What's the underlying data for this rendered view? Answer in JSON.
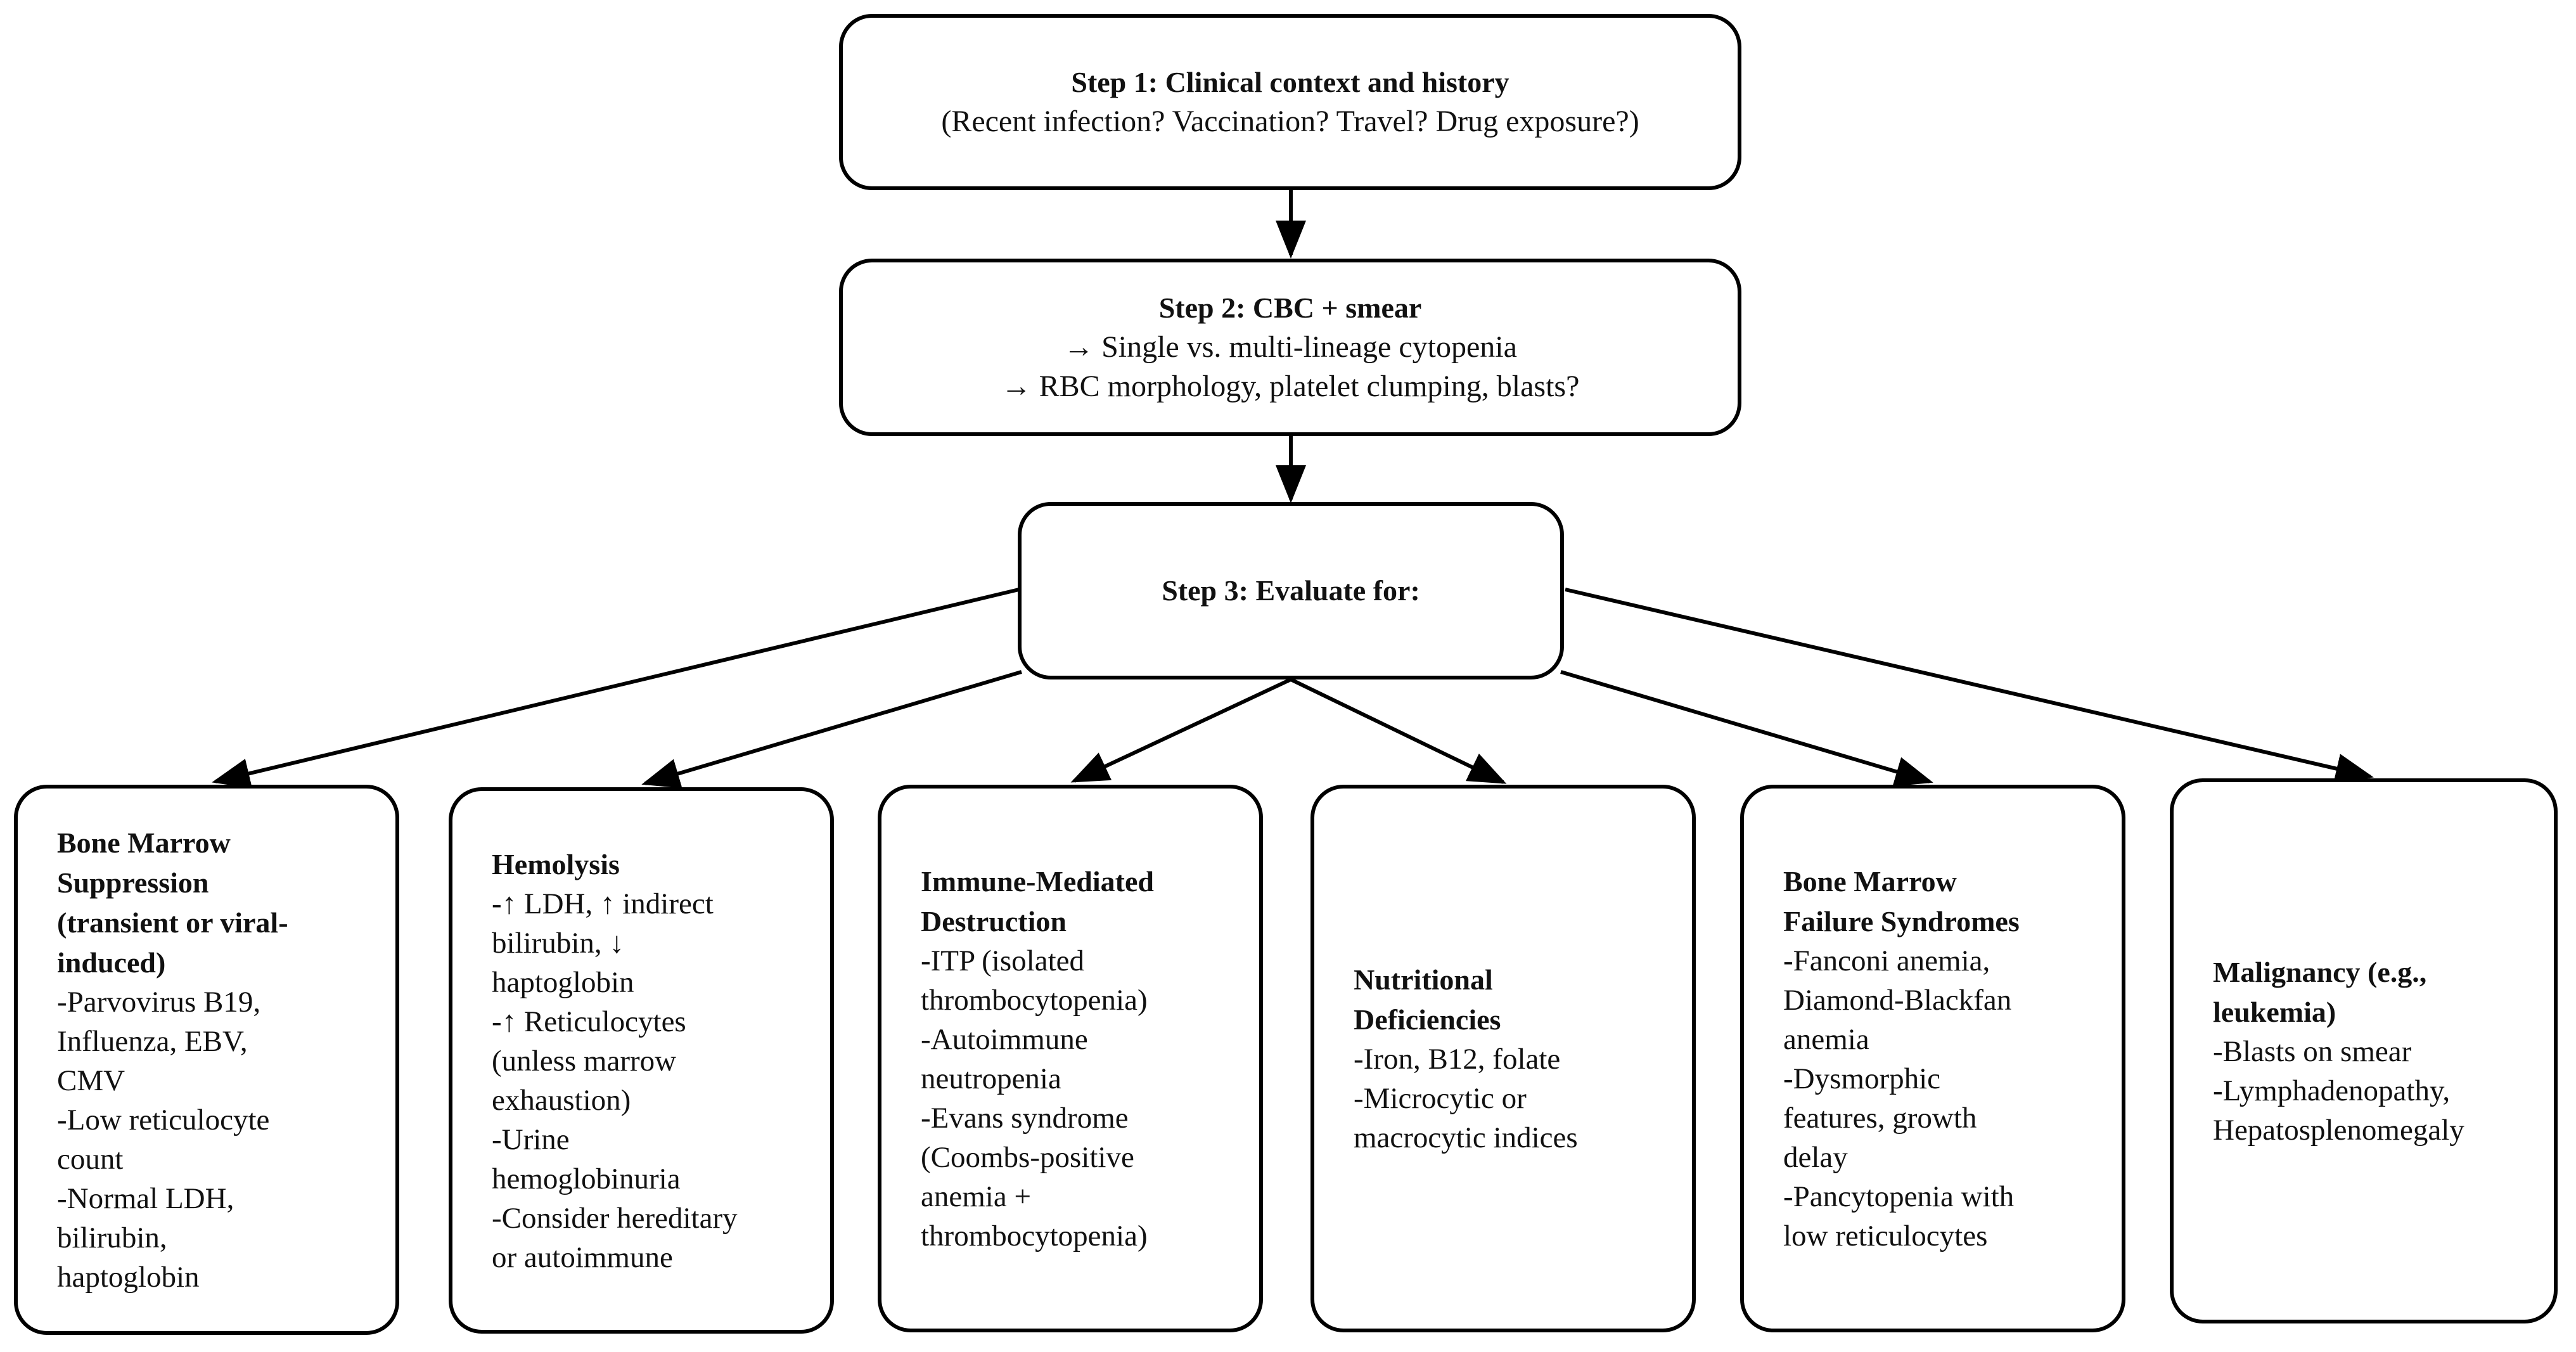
{
  "steps": [
    {
      "title": "Step 1: Clinical context and history",
      "lines": [
        "(Recent infection? Vaccination? Travel? Drug exposure?)"
      ]
    },
    {
      "title": "Step 2: CBC + smear",
      "lines": [
        "→ Single vs. multi-lineage cytopenia",
        "→ RBC morphology, platelet clumping, blasts?"
      ]
    },
    {
      "title": "Step 3: Evaluate for:",
      "lines": []
    }
  ],
  "branches": [
    {
      "title": [
        "Bone Marrow",
        "Suppression",
        "(transient or viral-",
        "induced)"
      ],
      "lines": [
        "-Parvovirus B19,",
        "Influenza, EBV,",
        "CMV",
        "-Low reticulocyte",
        "count",
        "-Normal LDH,",
        "bilirubin,",
        "haptoglobin"
      ]
    },
    {
      "title": [
        "Hemolysis"
      ],
      "lines": [
        "-↑ LDH, ↑ indirect",
        "bilirubin, ↓",
        "haptoglobin",
        "-↑ Reticulocytes",
        "(unless marrow",
        "exhaustion)",
        "-Urine",
        "hemoglobinuria",
        "-Consider hereditary",
        "or autoimmune"
      ]
    },
    {
      "title": [
        "Immune-Mediated",
        "Destruction"
      ],
      "lines": [
        "-ITP (isolated",
        "thrombocytopenia)",
        "-Autoimmune",
        "neutropenia",
        "-Evans syndrome",
        "(Coombs-positive",
        "anemia +",
        "thrombocytopenia)"
      ]
    },
    {
      "title": [
        "Nutritional",
        "Deficiencies"
      ],
      "lines": [
        "-Iron, B12, folate",
        "-Microcytic or",
        "macrocytic indices"
      ]
    },
    {
      "title": [
        "Bone Marrow",
        "Failure Syndromes"
      ],
      "lines": [
        "-Fanconi anemia,",
        "Diamond-Blackfan",
        "anemia",
        "-Dysmorphic",
        "features, growth",
        "delay",
        "-Pancytopenia with",
        "low reticulocytes"
      ]
    },
    {
      "title": [
        "Malignancy (e.g.,",
        "leukemia)"
      ],
      "lines": [
        "-Blasts on smear",
        "-Lymphadenopathy,",
        "Hepatosplenomegaly"
      ]
    }
  ]
}
